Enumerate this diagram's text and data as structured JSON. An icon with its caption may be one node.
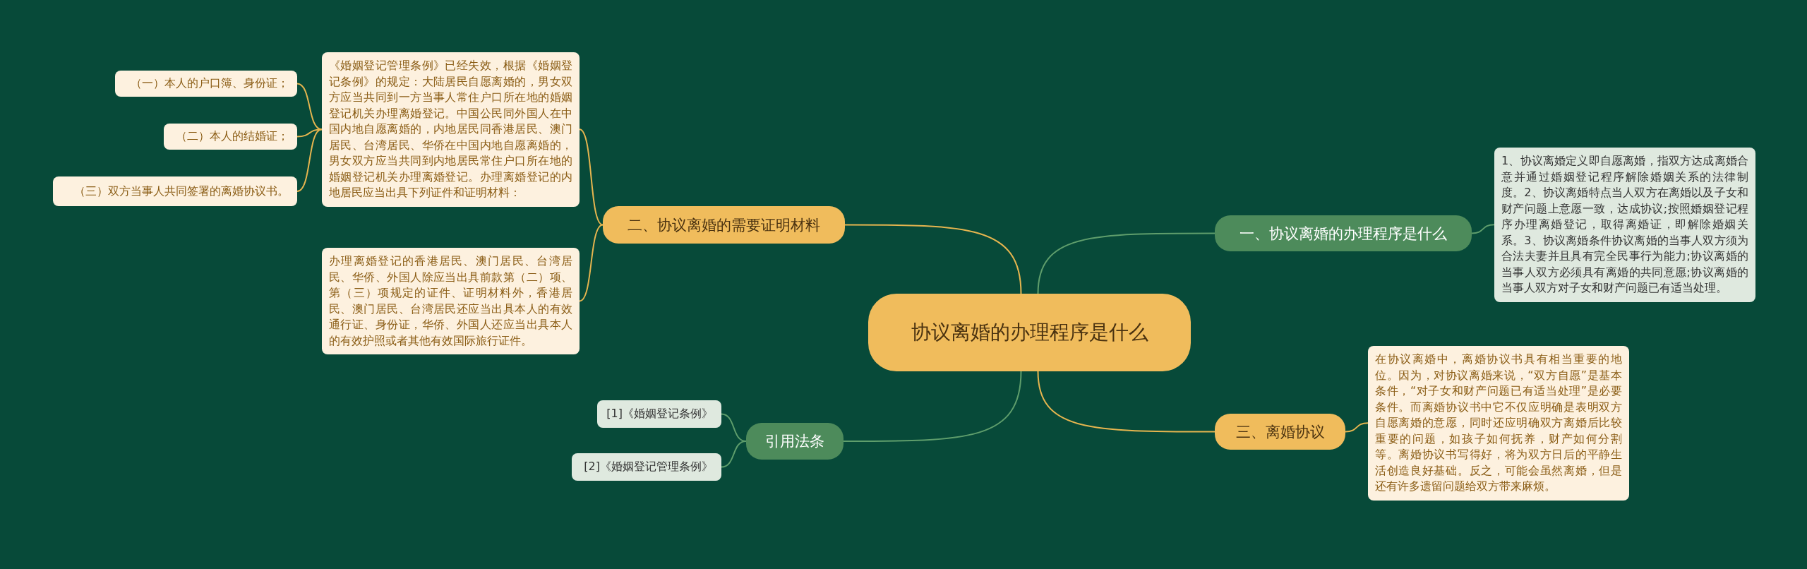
{
  "diagram": {
    "nodes": [
      {
        "text": [
          "协议离婚的办理程序是什么"
        ]
      },
      {
        "text": [
          "一、协议离婚的办理程序是什么"
        ]
      },
      {
        "text": [
          "1、协议离婚定义即自愿离婚，指双方达成离婚合意并通过婚姻登记程序解除婚姻关系的法律制度。2、协议离婚特点当人双方在离婚以及子女和财产问题上意愿一致，达成协议;按照婚姻登记程序办理离婚登记，取得离婚证，即解除婚姻关系。3、协议离婚条件协议离婚的当事人双方须为合法夫妻并且具有完全民事行为能力;协议离婚的当事人双方必须具有离婚的共同意愿;协议离婚的当事人双方对子女和财产问题已有适当处理。"
        ]
      },
      {
        "text": [
          "三、离婚协议"
        ]
      },
      {
        "text": [
          "在协议离婚中，离婚协议书具有相当重要的地位。因为，对协议离婚来说，“双方自愿”是基本条件，“对子女和财产问题已有适当处理”是必要条件。而离婚协议书中它不仅应明确是表明双方自愿离婚的意愿，同时还应明确双方离婚后比较重要的问题，如孩子如何抚养，财产如何分割等。离婚协议书写得好，将为双方日后的平静生活创造良好基础。反之，可能会虽然离婚，但是还有许多遗留问题给双方带来麻烦。"
        ]
      },
      {
        "text": [
          "二、协议离婚的需要证明材料"
        ]
      },
      {
        "text": [
          "《婚姻登记管理条例》已经失效，根据《婚姻登记条例》的规定：大陆居民自愿离婚的，男女双方应当共同到一方当事人常住户口所在地的婚姻登记机关办理离婚登记。中国公民同外国人在中国内地自愿离婚的，内地居民同香港居民、澳门居民、台湾居民、华侨在中国内地自愿离婚的，男女双方应当共同到内地居民常住户口所在地的婚姻登记机关办理离婚登记。办理离婚登记的内地居民应当出具下列证件和证明材料："
        ]
      },
      {
        "text": [
          "（一）本人的户口簿、身份证；"
        ]
      },
      {
        "text": [
          "（二）本人的结婚证；"
        ]
      },
      {
        "text": [
          "（三）双方当事人共同签署的离婚协议书。"
        ]
      },
      {
        "text": [
          "办理离婚登记的香港居民、澳门居民、台湾居民、华侨、外国人除应当出具前款第（二）项、第（三）项规定的证件、证明材料外，香港居民、澳门居民、台湾居民还应当出具本人的有效通行证、身份证，华侨、外国人还应当出具本人的有效护照或者其他有效国际旅行证件。"
        ]
      },
      {
        "text": [
          "引用法条"
        ]
      },
      {
        "text": [
          "[1]《婚姻登记条例》"
        ]
      },
      {
        "text": [
          "[2]《婚姻登记管理条例》"
        ]
      }
    ],
    "edges": [
      {
        "from": 0,
        "to": 1,
        "arrow": "none",
        "color": "#5f9e6c"
      },
      {
        "from": 1,
        "to": 2,
        "arrow": "none",
        "color": "#5f9e6c"
      },
      {
        "from": 0,
        "to": 3,
        "arrow": "none"
      },
      {
        "from": 3,
        "to": 4,
        "arrow": "none"
      },
      {
        "from": 0,
        "to": 5,
        "arrow": "none"
      },
      {
        "from": 5,
        "to": 6,
        "arrow": "none"
      },
      {
        "from": 6,
        "to": 7,
        "arrow": "none"
      },
      {
        "from": 6,
        "to": 8,
        "arrow": "none"
      },
      {
        "from": 6,
        "to": 9,
        "arrow": "none"
      },
      {
        "from": 5,
        "to": 10,
        "arrow": "none"
      },
      {
        "from": 0,
        "to": 11,
        "arrow": "none",
        "color": "#5f9e6c"
      },
      {
        "from": 11,
        "to": 12,
        "arrow": "none",
        "color": "#5f9e6c"
      },
      {
        "from": 11,
        "to": 13,
        "arrow": "none",
        "color": "#5f9e6c"
      }
    ]
  }
}
